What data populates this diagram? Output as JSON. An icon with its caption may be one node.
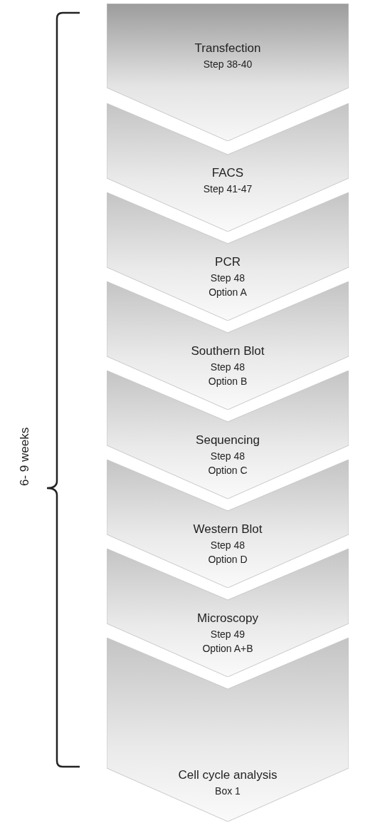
{
  "diagram": {
    "nodes": [
      {
        "text": [
          "Transfection",
          "Step 38-40"
        ]
      },
      {
        "text": [
          "FACS",
          "Step 41-47"
        ]
      },
      {
        "text": [
          "PCR",
          "Step 48",
          "Option A"
        ]
      },
      {
        "text": [
          "Southern Blot",
          "Step 48",
          "Option B"
        ]
      },
      {
        "text": [
          "Sequencing",
          "Step 48",
          "Option C"
        ]
      },
      {
        "text": [
          "Western Blot",
          "Step 48",
          "Option D"
        ]
      },
      {
        "text": [
          "Microscopy",
          "Step 49",
          "Option A+B"
        ]
      },
      {
        "text": [
          "Cell cycle analysis",
          "Box 1"
        ]
      }
    ],
    "labels": [
      "6- 9 weeks"
    ]
  }
}
